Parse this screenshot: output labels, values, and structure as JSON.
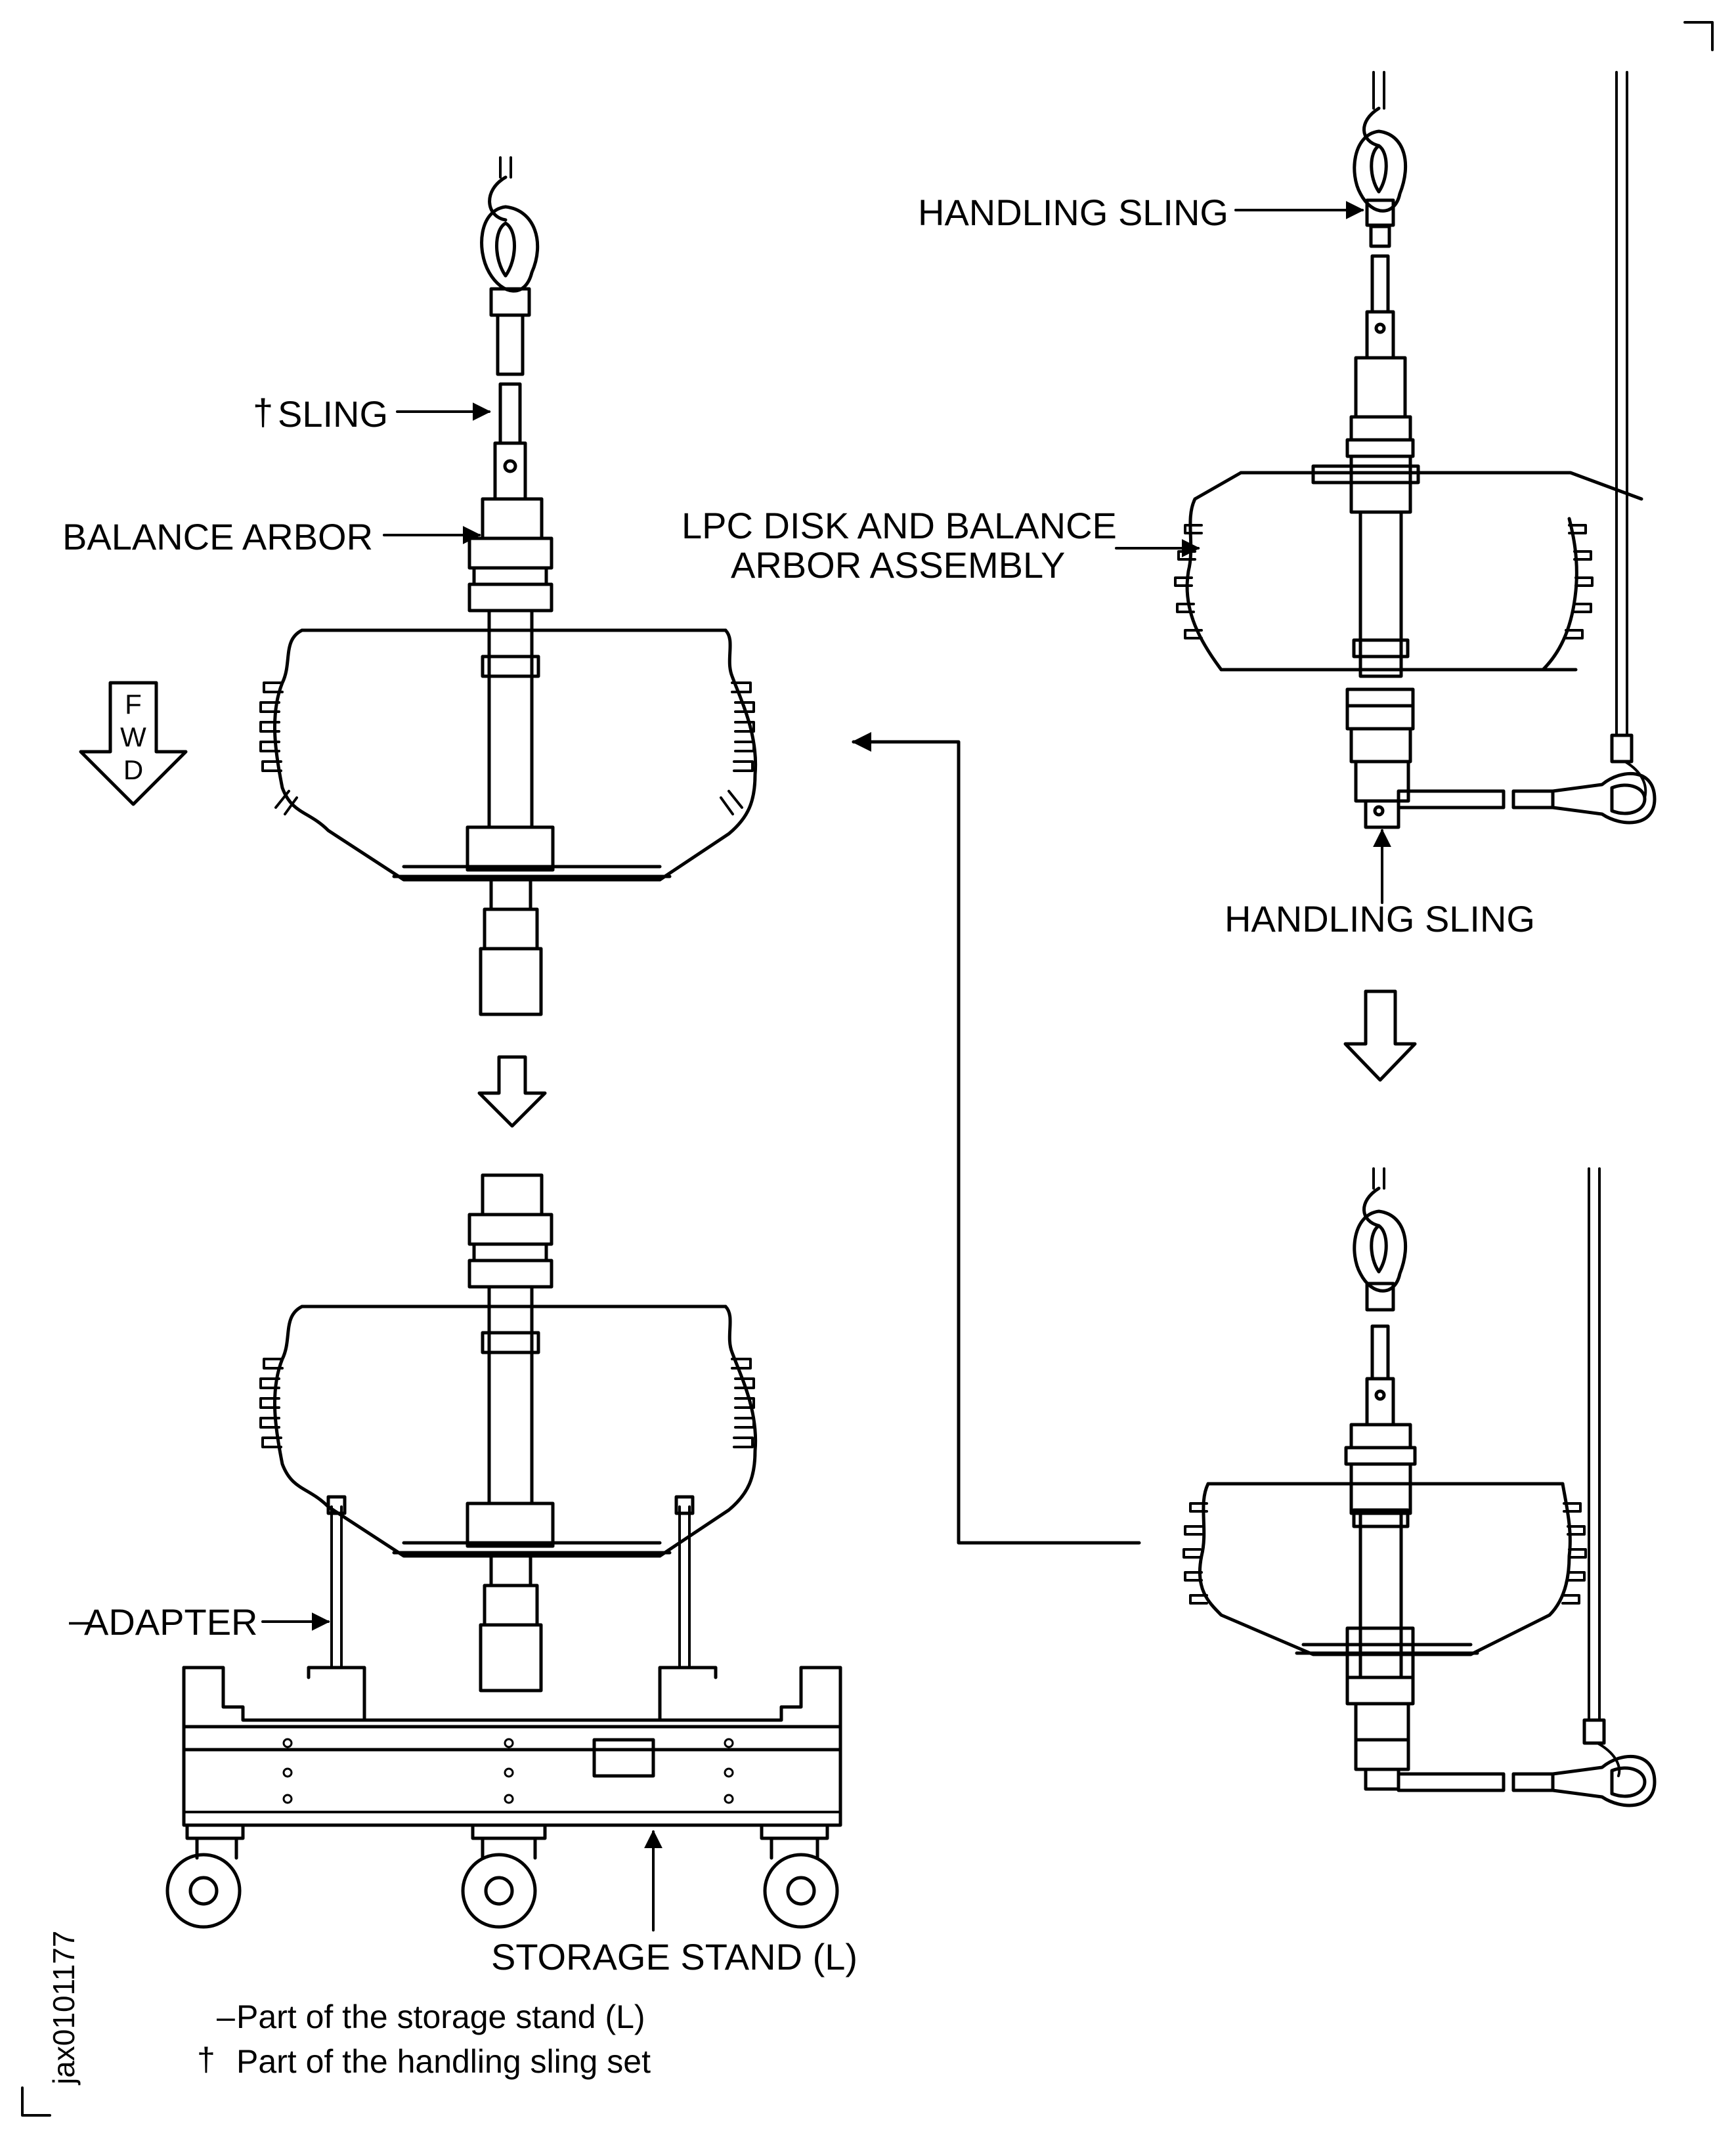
{
  "labels": {
    "sling": "SLING",
    "sling_dagger": "†",
    "balance_arbor": "BALANCE ARBOR",
    "handling_sling_top": "HANDLING SLING",
    "lpc_line1": "LPC DISK AND BALANCE",
    "lpc_line2": "ARBOR ASSEMBLY",
    "handling_sling_bottom": "HANDLING SLING",
    "adapter": "ADAPTER",
    "adapter_mark": "–",
    "storage_stand": "STORAGE STAND (L)",
    "fwd_letters": [
      "F",
      "W",
      "D"
    ]
  },
  "legend": {
    "item1_mark": "–",
    "item1_text": "Part of the storage stand (L)",
    "item2_mark": "†",
    "item2_text": "Part of the handling sling set"
  },
  "figure_id": "jax0101177"
}
